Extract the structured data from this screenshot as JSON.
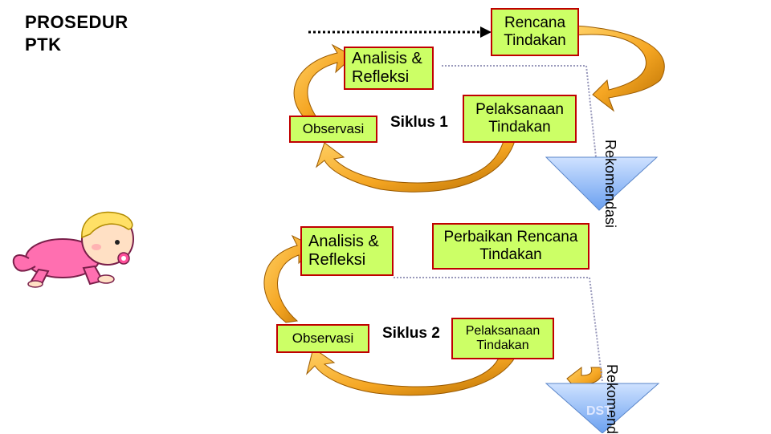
{
  "title": {
    "line1": "PROSEDUR",
    "line2": "PTK"
  },
  "cycle1": {
    "plan": {
      "line1": "Rencana",
      "line2": "Tindakan"
    },
    "reflect": {
      "line1": "Analisis &",
      "line2": "Refleksi"
    },
    "observe": "Observasi",
    "label": "Siklus 1",
    "act": {
      "line1": "Pelaksanaan",
      "line2": "Tindakan"
    },
    "recommend": "Rekomendasi"
  },
  "cycle2": {
    "plan": {
      "line1": "Perbaikan Rencana",
      "line2": "Tindakan"
    },
    "reflect": {
      "line1": "Analisis &",
      "line2": "Refleksi"
    },
    "observe": "Observasi",
    "label": "Siklus 2",
    "act": {
      "line1": "Pelaksanaan",
      "line2": "Tindakan"
    },
    "recommend": "Rekomend",
    "ghost": "DST"
  },
  "colors": {
    "box_fill": "#ccff66",
    "box_border": "#c00000",
    "arrow_fill": "#f5a623",
    "funnel_fill": "#9ec5ff"
  },
  "icons": {
    "crawling_baby": "baby-illustration"
  }
}
